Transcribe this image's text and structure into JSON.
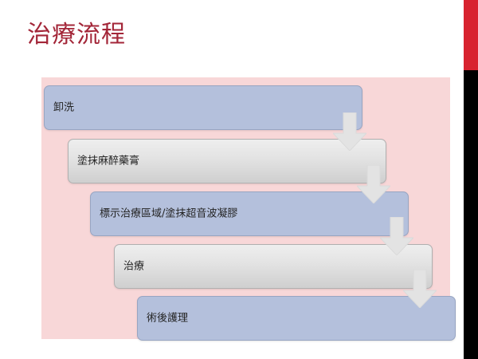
{
  "slide": {
    "title": "治療流程",
    "title_color": "#a32638",
    "background_color": "#ffffff"
  },
  "decor": {
    "right_bar_red_color": "#d8232f",
    "right_bar_black_color": "#000000",
    "backdrop_color": "#f8d7d8"
  },
  "flow": {
    "box_blue_color": "#b4c0dc",
    "box_gray_color": "#e4e4e4",
    "arrow_color": "#e3e3e3",
    "steps": [
      {
        "label": "卸洗",
        "style": "blue"
      },
      {
        "label": "塗抹麻醉藥膏",
        "style": "gray"
      },
      {
        "label": "標示治療區域/塗抹超音波凝膠",
        "style": "blue"
      },
      {
        "label": "治療",
        "style": "gray"
      },
      {
        "label": "術後護理",
        "style": "blue"
      }
    ],
    "connectors": [
      {
        "name": "arrow-step1-to-step2"
      },
      {
        "name": "arrow-step2-to-step3"
      },
      {
        "name": "arrow-step3-to-step4"
      },
      {
        "name": "arrow-step4-to-step5"
      }
    ]
  }
}
